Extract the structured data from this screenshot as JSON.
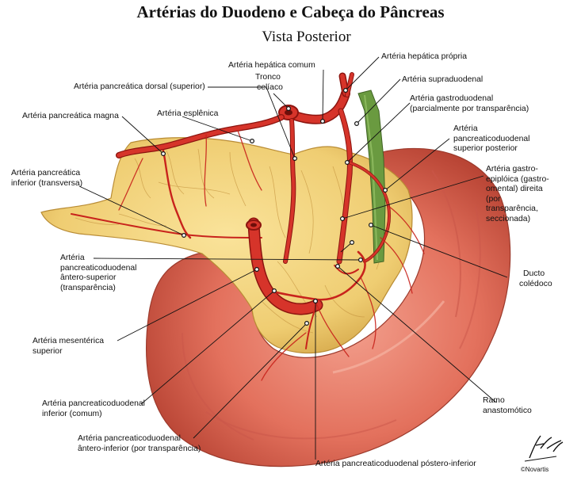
{
  "title": "Artérias do Duodeno e Cabeça do Pâncreas",
  "subtitle": "Vista Posterior",
  "labels": {
    "hepatica_comum": "Artéria hepática comum",
    "hepatica_propria": "Artéria hepática própria",
    "tronco_celiaco_1": "Tronco",
    "tronco_celiaco_2": "celíaco",
    "pancreatica_dorsal": "Artéria pancreática dorsal (superior)",
    "supraduodenal": "Artéria supraduodenal",
    "gastroduodenal_1": "Artéria gastroduodenal",
    "gastroduodenal_2": "(parcialmente por transparência)",
    "esplenica": "Artéria esplênica",
    "pancreatica_magna": "Artéria pancreática magna",
    "pd_sup_post_1": "Artéria",
    "pd_sup_post_2": "pancreaticoduodenal",
    "pd_sup_post_3": "superior posterior",
    "pancreatica_inf_1": "Artéria pancreática",
    "pancreatica_inf_2": "inferior (transversa)",
    "gastroepiploica_1": "Artéria gastro-",
    "gastroepiploica_2": "epiplóica (gastro-",
    "gastroepiploica_3": "omental) direita",
    "gastroepiploica_4": "(por",
    "gastroepiploica_5": "transparência,",
    "gastroepiploica_6": "seccionada)",
    "pd_ant_sup_1": "Artéria",
    "pd_ant_sup_2": "pancreaticoduodenal",
    "pd_ant_sup_3": "ântero-superior",
    "pd_ant_sup_4": "(transparência)",
    "ducto_1": "Ducto",
    "ducto_2": "colédoco",
    "mesenterica_1": "Artéria mesentérica",
    "mesenterica_2": "superior",
    "ramo_1": "Ramo",
    "ramo_2": "anastomótico",
    "pd_inf_1": "Artéria pancreaticoduodenal",
    "pd_inf_2": "inferior (comum)",
    "pd_ant_inf_1": "Artéria pancreaticoduodenal",
    "pd_ant_inf_2": "ântero-inferior (por transparência)",
    "pd_post_inf": "Artéria pancreaticoduodenal póstero-inferior"
  },
  "signature": "F. Netter",
  "credit": "©Novartis",
  "colors": {
    "artery": "#c8231c",
    "artery_dark": "#8c140f",
    "pancreas": "#f2d37a",
    "pancreas_shade": "#d9b04e",
    "duodenum": "#e77d6a",
    "duodenum_dark": "#c85444",
    "bile_duct": "#5f8a3a",
    "leader": "#111111"
  }
}
